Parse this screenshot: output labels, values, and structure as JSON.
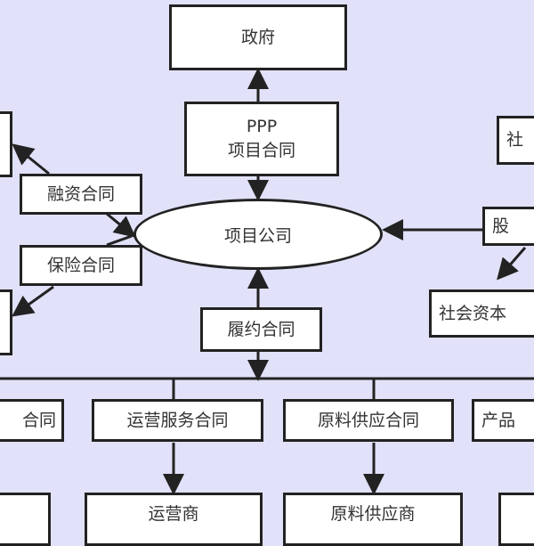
{
  "nodes": {
    "government": "政府",
    "ppp_line1": "PPP",
    "ppp_line2": "项目合同",
    "project_company": "项目公司",
    "financing_contract": "融资合同",
    "insurance_contract": "保险合同",
    "performance_contract": "履约合同",
    "social_capital_top": "社",
    "equity": "股",
    "social_capital": "社会资本",
    "contract_left": "合同",
    "operation_contract": "运营服务合同",
    "material_contract": "原料供应合同",
    "product_contract": "产品",
    "operator": "运营商",
    "material_supplier": "原料供应商"
  }
}
